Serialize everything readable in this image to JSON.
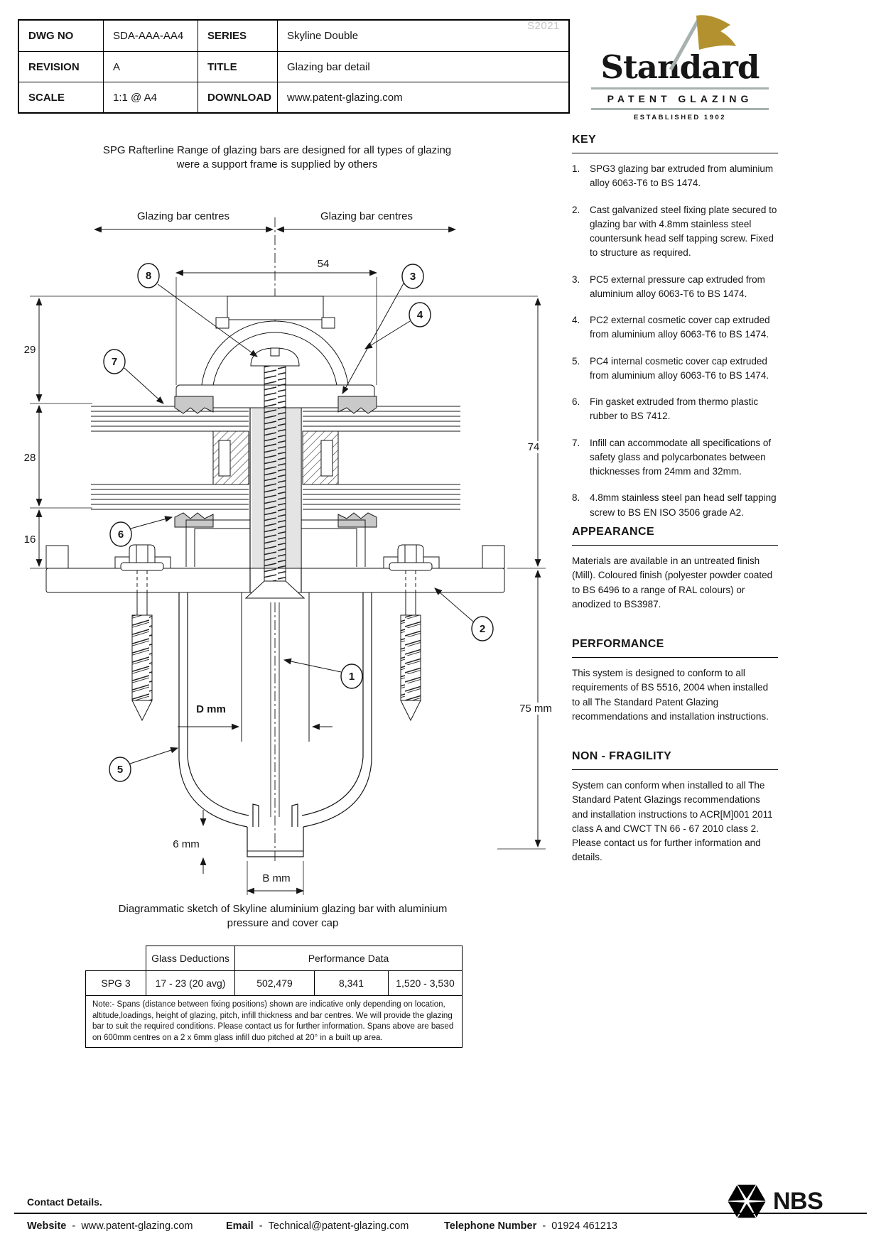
{
  "title_block": {
    "watermark": "S2021",
    "rows": [
      {
        "label1": "DWG NO",
        "value1": "SDA-AAA-AA4",
        "label2": "SERIES",
        "value2": "Skyline Double"
      },
      {
        "label1": "REVISION",
        "value1": "A",
        "label2": "TITLE",
        "value2": "Glazing bar detail"
      },
      {
        "label1": "SCALE",
        "value1": "1:1 @ A4",
        "label2": "DOWNLOAD",
        "value2": "www.patent-glazing.com"
      }
    ]
  },
  "logo": {
    "name": "Standard",
    "tagline": "PATENT GLAZING",
    "established": "ESTABLISHED 1902"
  },
  "colors": {
    "flag_gold": "#b3912f",
    "rule_gray": "#a7b2b0",
    "watermark_gray": "#c6c6c6",
    "gasket_gray": "#c9c9c9",
    "boss_gray": "#e4e4e4"
  },
  "drawing": {
    "intro": "SPG Rafterline Range of glazing bars are designed for all types of glazing were a support frame is supplied by others",
    "caption": "Diagrammatic sketch of Skyline aluminium glazing bar with aluminium pressure and cover cap",
    "dims": {
      "bar_centres_left": "Glazing bar centres",
      "bar_centres_right": "Glazing bar centres",
      "top_width": "54",
      "upper_height": "29",
      "glass_height": "28",
      "lower_height": "16",
      "overall_height": "74",
      "below_height": "75 mm",
      "d_width": "D mm",
      "cap_height": "6 mm",
      "base_width": "B mm"
    },
    "callouts": [
      "1",
      "2",
      "3",
      "4",
      "5",
      "6",
      "7",
      "8"
    ]
  },
  "key": {
    "heading": "KEY",
    "items": [
      {
        "num": "1.",
        "text": "SPG3 glazing bar extruded from aluminium alloy 6063-T6  to BS 1474."
      },
      {
        "num": "2.",
        "text": "Cast galvanized steel fixing plate secured to glazing  bar with 4.8mm stainless steel countersunk head self tapping screw. Fixed to structure as required."
      },
      {
        "num": "3.",
        "text": "PC5 external pressure cap extruded from aluminium alloy 6063-T6 to BS 1474."
      },
      {
        "num": "4.",
        "text": "PC2 external cosmetic cover cap extruded from aluminium alloy 6063-T6 to BS 1474."
      },
      {
        "num": "5.",
        "text": "PC4 internal cosmetic cover cap extruded from aluminium alloy 6063-T6 to BS 1474."
      },
      {
        "num": "6.",
        "text": "Fin gasket extruded from thermo plastic rubber to BS 7412."
      },
      {
        "num": "7.",
        "text": "Infill can accommodate all specifications of safety glass and polycarbonates between thicknesses from 24mm and 32mm."
      },
      {
        "num": "8.",
        "text": "4.8mm stainless steel pan head self tapping screw to BS EN ISO 3506 grade A2."
      }
    ]
  },
  "appearance": {
    "heading": "APPEARANCE",
    "body": "Materials are available in an untreated finish (Mill). Coloured finish (polyester powder coated to BS 6496 to a range of RAL colours) or anodized to BS3987."
  },
  "performance": {
    "heading": "PERFORMANCE",
    "body": "This system is designed to conform to all requirements of  BS 5516, 2004 when installed to all The Standard Patent Glazing recommendations and installation instructions."
  },
  "non_fragility": {
    "heading": "NON - FRAGILITY",
    "body": "System can conform when installed to all The Standard Patent Glazings recommendations  and installation instructions to ACR[M]001 2011 class A and CWCT TN 66 - 67 2010 class 2. Please contact us for further information and details."
  },
  "spec_table": {
    "glass_deductions_header": "Glass Deductions",
    "performance_header": "Performance Data",
    "row": {
      "model": "SPG 3",
      "glass_deductions": "17 - 23 (20 avg)",
      "perf1": "502,479",
      "perf2": "8,341",
      "perf3": "1,520 - 3,530"
    },
    "note": "Note:- Spans (distance between fixing positions) shown are indicative only depending on location, altitude,loadings, height of glazing, pitch, infill thickness and bar centres. We will provide the glazing bar to suit the required conditions. Please contact us for further information. Spans above are based on 600mm centres on a 2 x 6mm glass infill duo pitched at 20° in a built up area."
  },
  "footer": {
    "heading": "Contact Details.",
    "website_label": "Website",
    "website_sep": "-",
    "website": "www.patent-glazing.com",
    "email_label": "Email",
    "email_sep": "-",
    "email": "Technical@patent-glazing.com",
    "phone_label": "Telephone Number",
    "phone_sep": "-",
    "phone": "01924 461213",
    "nbs": "NBS"
  }
}
